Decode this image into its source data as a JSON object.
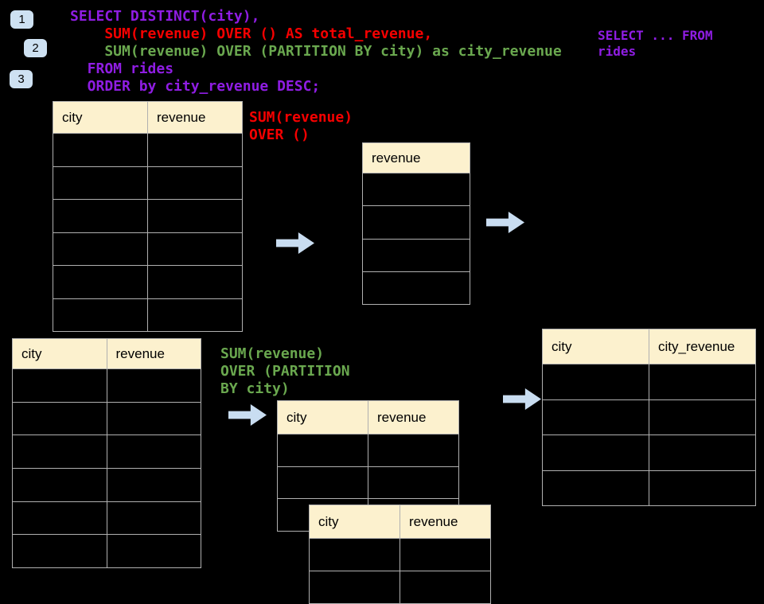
{
  "badges": [
    "1",
    "2",
    "3"
  ],
  "code": {
    "lines": [
      {
        "text": "SELECT DISTINCT(city),",
        "color": "#8F1DE3"
      },
      {
        "text": "    SUM(revenue) OVER () AS total_revenue,",
        "color": "#F50000"
      },
      {
        "text": "    SUM(revenue) OVER (PARTITION BY city) as city_revenue",
        "color": "#6AA84F"
      },
      {
        "text": "  FROM rides",
        "color": "#8F1DE3"
      },
      {
        "text": "  ORDER by city_revenue DESC;",
        "color": "#8F1DE3"
      }
    ]
  },
  "side_note": {
    "text": "SELECT ... FROM rides",
    "color": "#8F1DE3"
  },
  "annotations": {
    "total_window": {
      "text": "SUM(revenue)\nOVER ()",
      "color": "#F50000"
    },
    "partition_window": {
      "text": "SUM(revenue)\nOVER (PARTITION\nBY city)",
      "color": "#6AA84F"
    }
  },
  "tables": {
    "source_top": {
      "headers": [
        "city",
        "revenue"
      ],
      "empty_rows": 6
    },
    "revenue_only": {
      "headers": [
        "revenue"
      ],
      "empty_rows": 4
    },
    "result_city_revenue": {
      "headers": [
        "city",
        "city_revenue"
      ],
      "empty_rows": 4
    },
    "source_bottom": {
      "headers": [
        "city",
        "revenue"
      ],
      "empty_rows": 6
    },
    "partition_back": {
      "headers": [
        "city",
        "revenue"
      ],
      "empty_rows": 3
    },
    "partition_front": {
      "headers": [
        "city",
        "revenue"
      ],
      "empty_rows": 2
    }
  },
  "colors": {
    "background": "#000000",
    "header_fill": "#FCF1CE",
    "table_border": "#B0B0B0",
    "badge_fill": "#CEE1F2",
    "arrow_fill": "#C9DDF1",
    "purple": "#8F1DE3",
    "red": "#F50000",
    "green": "#6AA84F"
  }
}
